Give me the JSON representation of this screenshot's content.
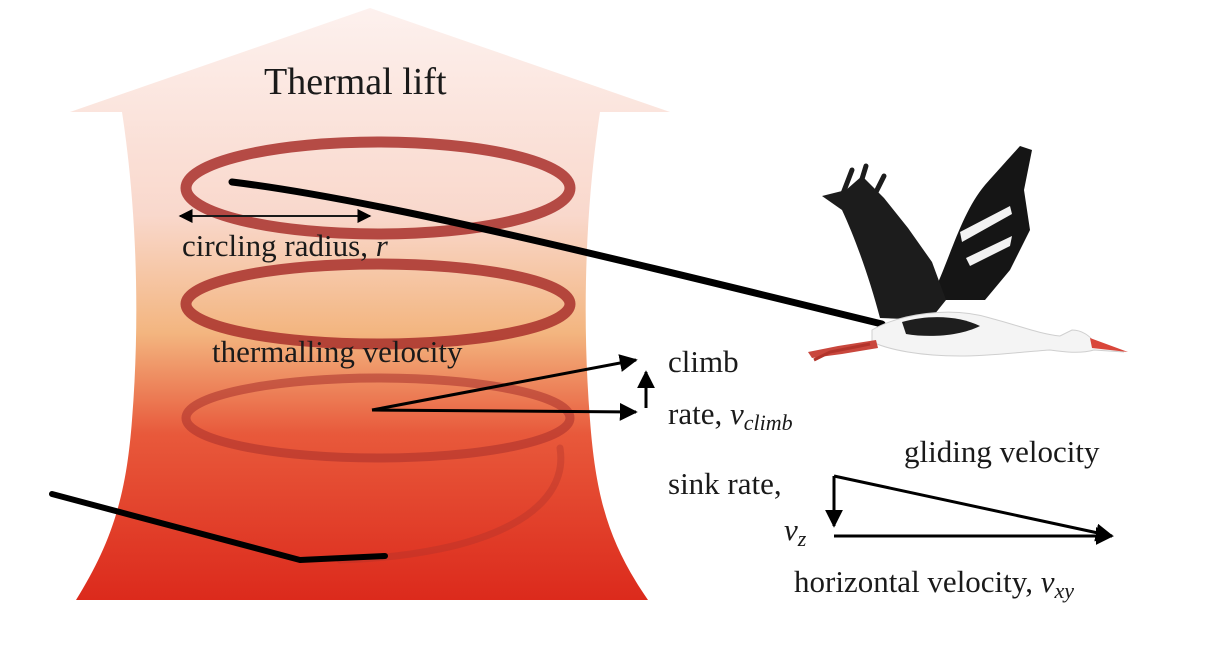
{
  "title": "Thermal lift",
  "labels": {
    "circling_radius": "circling radius, ",
    "circling_radius_var": "r",
    "thermalling_velocity": "thermalling velocity",
    "climb_line1": "climb",
    "climb_line2": "rate, ",
    "climb_var": "v",
    "climb_sub": "climb",
    "gliding_velocity": "gliding velocity",
    "sink_line1": "sink rate,",
    "sink_var": "v",
    "sink_sub": "z",
    "horizontal": "horizontal velocity, ",
    "horizontal_var": "v",
    "horizontal_sub": "xy"
  },
  "colors": {
    "thermal_top": "#fbe9e4",
    "thermal_mid": "#f2b98a",
    "thermal_bottom": "#dc2a1c",
    "spiral": "#a8302c",
    "path": "#000000"
  },
  "icons": {
    "bird": "stork-icon"
  }
}
